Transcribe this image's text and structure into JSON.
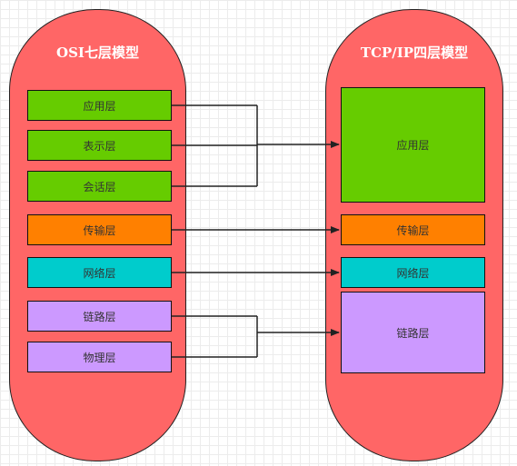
{
  "osi": {
    "title": "OSI七层模型",
    "layers": [
      "应用层",
      "表示层",
      "会话层",
      "传输层",
      "网络层",
      "链路层",
      "物理层"
    ]
  },
  "tcpip": {
    "title": "TCP/IP四层模型",
    "layers": [
      "应用层",
      "传输层",
      "网络层",
      "链路层"
    ]
  },
  "colors": {
    "column": "#ff6666",
    "application": "#66cc00",
    "transport": "#ff8000",
    "network": "#00cccc",
    "link": "#cc99ff"
  }
}
